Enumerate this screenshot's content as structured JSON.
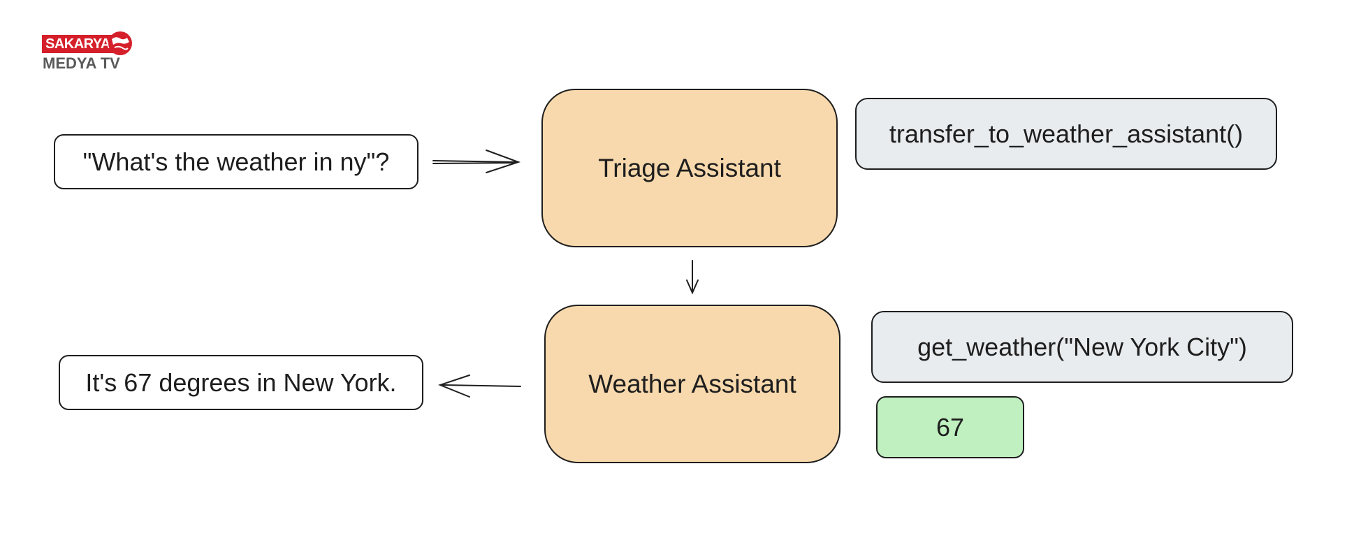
{
  "logo": {
    "brand": "SAKARYA",
    "sub": "MEDYA TV",
    "color": "#d51f2a"
  },
  "nodes": {
    "user_query": "\"What's the weather in ny\"?",
    "triage_assistant": "Triage Assistant",
    "transfer_call": "transfer_to_weather_assistant()",
    "weather_assistant": "Weather Assistant",
    "get_weather_call": "get_weather(\"New York City\")",
    "result": "67",
    "reply": "It's 67 degrees in New York."
  },
  "colors": {
    "agent_fill": "#f8d9ad",
    "function_fill": "#e9ecef",
    "result_fill": "#c0f0c0",
    "stroke": "#1e1e1e"
  }
}
